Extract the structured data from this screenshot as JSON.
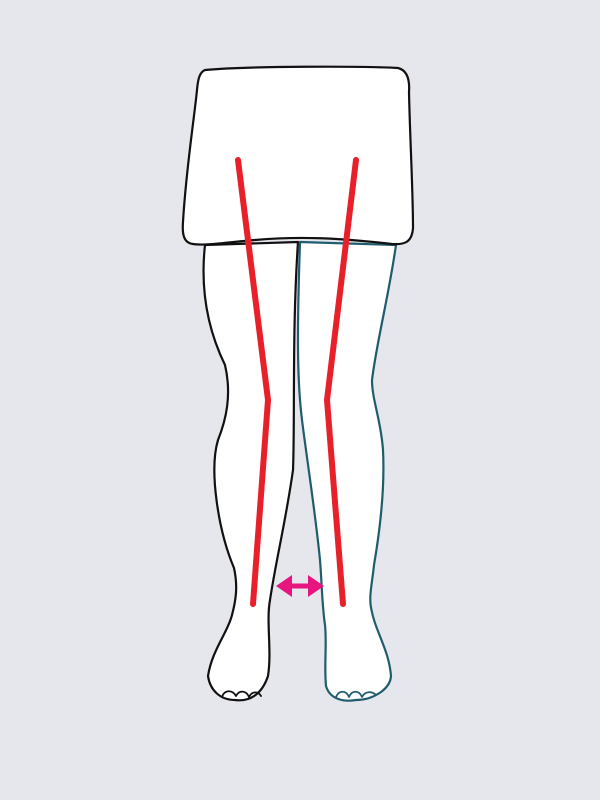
{
  "colors": {
    "background": "#e6e7ec",
    "left_leg_outline": "#111111",
    "right_leg_outline": "#1f5d6e",
    "alignment_line": "#e8202a",
    "gap_arrow": "#e6157f"
  },
  "diagram": {
    "subject": "legs-front-view",
    "icons": [
      "skirt-shape",
      "left-leg-outline",
      "right-leg-outline",
      "double-arrow-icon"
    ],
    "lines": [
      "left-leg-alignment-line",
      "right-leg-alignment-line"
    ],
    "indicator": "knee-ankle-gap-arrow"
  }
}
